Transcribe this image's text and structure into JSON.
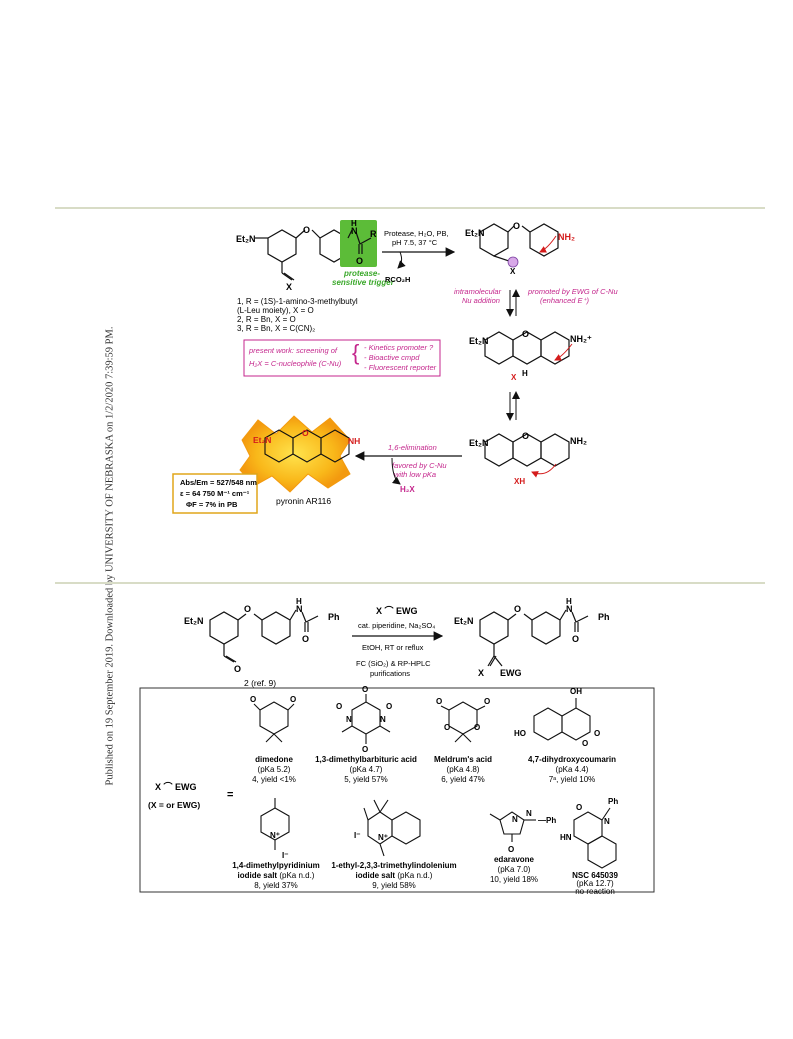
{
  "side_note": "Published on 19 September 2019. Downloaded by UNIVERSITY OF NEBRASKA on 1/2/2020 7:39:59 PM.",
  "scheme1": {
    "left_top": {
      "et2n": "Et₂N",
      "o": "O",
      "h": "H",
      "n": "N",
      "r": "R",
      "o2": "O",
      "x": "X"
    },
    "trigger": "protease-\nsensitive trigger",
    "compounds": [
      "1, R = (1S)-1-amino-3-methylbutyl",
      "(L-Leu moiety), X = O",
      "2, R = Bn, X = O",
      "3, R = Bn, X = C(CN)₂"
    ],
    "conditions": "Protease, H₂O, PB,",
    "conditions2": "pH 7.5, 37 °C",
    "byproduct": "RCO₂H",
    "intramolecular": "intramolecular",
    "nu_addition": "Nu addition",
    "promoted": "promoted by EWG of C-Nu",
    "enhanced": "(enhanced E⁺)",
    "present_work": "present work: screening of",
    "h2x": "H₂X = C-nucleophile (C-Nu)",
    "kinetics": "- Kinetics promoter ?",
    "bioactive": "- Bioactive cmpd",
    "fluorescent": "- Fluorescent reporter",
    "elimination": "1,6-elimination",
    "favored": "favored by C-Nu",
    "low_pka": "with low pKa",
    "h2x_out": "H₂X",
    "pyronin": "pyronin AR116",
    "abs_em": "Abs/Em = 527/548 nm",
    "epsilon": "ε = 64 750 M⁻¹ cm⁻¹",
    "phi": "ΦF = 7% in PB",
    "nh2": "NH₂",
    "nh2plus": "NH₂⁺",
    "nh": "NH",
    "xh": "XH",
    "et2n": "Et₂N"
  },
  "scheme2": {
    "reagent": "X ⌒ EWG",
    "cat": "cat. piperidine, Na₂SO₄",
    "solvent": "EtOH, RT or reflux",
    "purif1": "FC (SiO₂) & RP-HPLC",
    "purif2": "purifications",
    "start_label": "2 (ref. 9)",
    "ph": "Ph",
    "x_ewg": "X",
    "ewg": "EWG"
  },
  "table": {
    "legend_top": "X ⌒ EWG",
    "legend_bottom": "(X = or EWG)",
    "equals": "=",
    "row1": [
      {
        "name": "dimedone",
        "pka": "(pKa 5.2)",
        "yield": "4, yield <1%"
      },
      {
        "name": "1,3-dimethylbarbituric acid",
        "pka": "(pKa 4.7)",
        "yield": "5, yield 57%"
      },
      {
        "name": "Meldrum's acid",
        "pka": "(pKa 4.8)",
        "yield": "6, yield 47%"
      },
      {
        "name": "4,7-dihydroxycoumarin",
        "pka": "(pKa 4.4)",
        "yield": "7ᵃ, yield 10%"
      }
    ],
    "row2": [
      {
        "name": "1,4-dimethylpyridinium",
        "name2": "iodide salt",
        "pka": "(pKa n.d.)",
        "yield": "8, yield 37%"
      },
      {
        "name": "1-ethyl-2,3,3-trimethylindolenium",
        "name2": "iodide salt",
        "pka": "(pKa n.d.)",
        "yield": "9, yield 58%"
      },
      {
        "name": "edaravone",
        "pka": "(pKa 7.0)",
        "yield": "10, yield 18%"
      },
      {
        "name": "NSC 645039",
        "pka": "(pKa 12.7)",
        "yield": "no reaction"
      }
    ]
  }
}
